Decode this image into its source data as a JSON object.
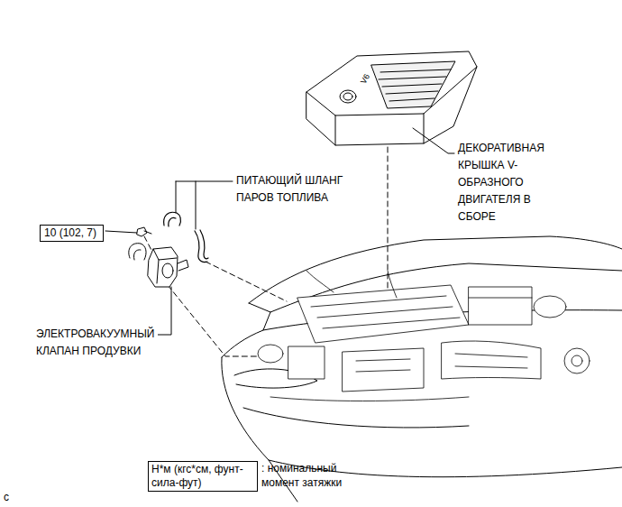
{
  "diagram": {
    "nodes": [
      {
        "text": [
          "10 (102, 7)"
        ]
      },
      {
        "text": [
          "Н*м (кгс*см, фунт-сила-фут)"
        ]
      }
    ],
    "labels": [
      "ДЕКОРАТИВНАЯ КРЫШКА V-ОБРАЗНОГО ДВИГАТЕЛЯ В СБОРЕ",
      "V6",
      "ПИТАЮЩИЙ ШЛАНГ ПАРОВ ТОПЛИВА",
      "ЭЛЕКТРОВАКУУМНЫЙ КЛАПАН ПРОДУВКИ",
      ": номинальный момент затяжки",
      "c"
    ]
  }
}
